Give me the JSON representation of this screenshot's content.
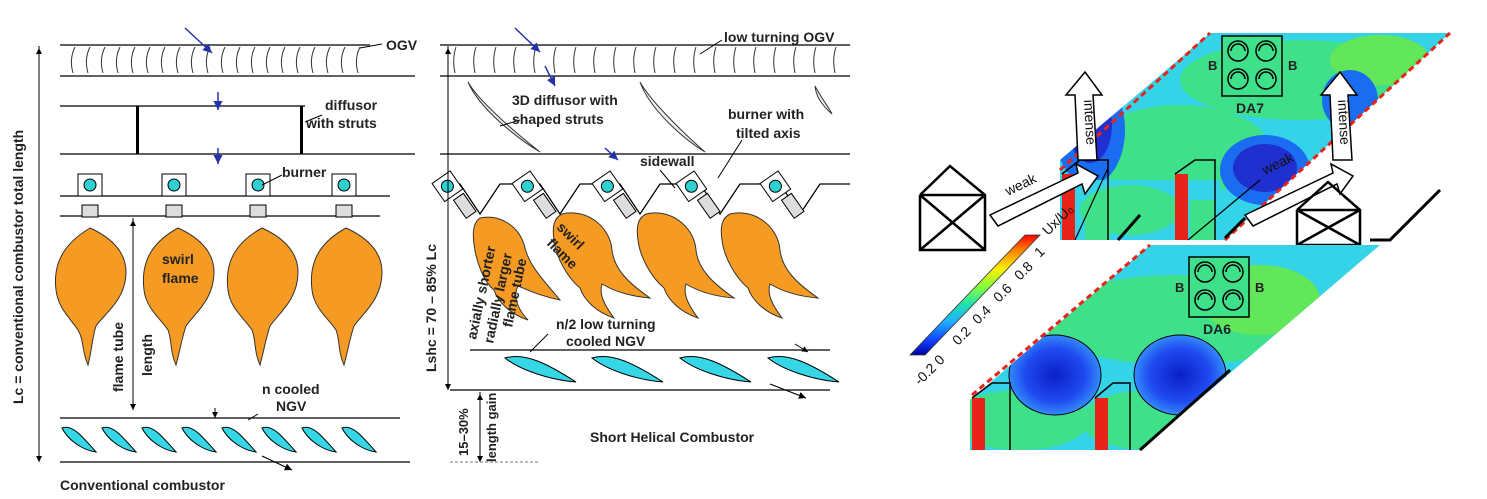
{
  "left_panel": {
    "caption": "Conventional combustor",
    "ogv": "OGV",
    "diffusor": "diffusor",
    "diffusor_struts": "with struts",
    "burner": "burner",
    "swirl": "swirl",
    "flame": "flame",
    "flame_tube": "flame tube",
    "length": "length",
    "ncooled": "n cooled",
    "ngv": "NGV",
    "lc_axis": "Lc = conventional combustor total length"
  },
  "mid_panel": {
    "caption": "Short Helical Combustor",
    "ogv": "low turning OGV",
    "diff1": "3D diffusor with",
    "diff2": "shaped struts",
    "burner1": "burner with",
    "burner2": "tilted axis",
    "sidewall": "sidewall",
    "swirl": "swirl",
    "flame": "flame",
    "axially": "axially shorter",
    "radially": "radially larger",
    "flame_tube": "flame tube",
    "ngv1": "n/2 low turning",
    "ngv2": "cooled NGV",
    "lshc": "Lshc = 70 – 85% Lc",
    "gain1": "15–30%",
    "gain2": "length gain"
  },
  "right_panel": {
    "weak1": "weak",
    "intense1": "intense",
    "weak2": "weak",
    "intense2": "intense",
    "da7": "DA7",
    "da6": "DA6",
    "b": "B",
    "colorbar_title": "Ux/U₀",
    "colorbar_ticks": [
      "1",
      "0.8",
      "0.6",
      "0.4",
      "0.2",
      "0",
      "-0.2"
    ],
    "colors": {
      "accent_red": "#e8231a",
      "field_green": "#3fd94f",
      "low_blue": "#1a2fd6"
    }
  }
}
